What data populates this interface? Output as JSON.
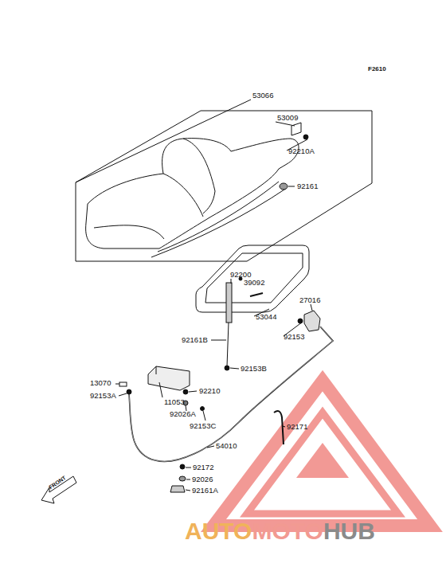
{
  "diagram": {
    "labels": [
      "F2610",
      "53066",
      "53009",
      "92210A",
      "92161",
      "92200",
      "39092",
      "53044",
      "27016",
      "92153",
      "92161B",
      "92153B",
      "13070",
      "92153A",
      "11053",
      "92210",
      "92026A",
      "92153C",
      "92171",
      "54010",
      "92172",
      "92026",
      "92161A",
      "FRONT",
      "AUTO",
      "MOTO",
      "HUB"
    ]
  }
}
